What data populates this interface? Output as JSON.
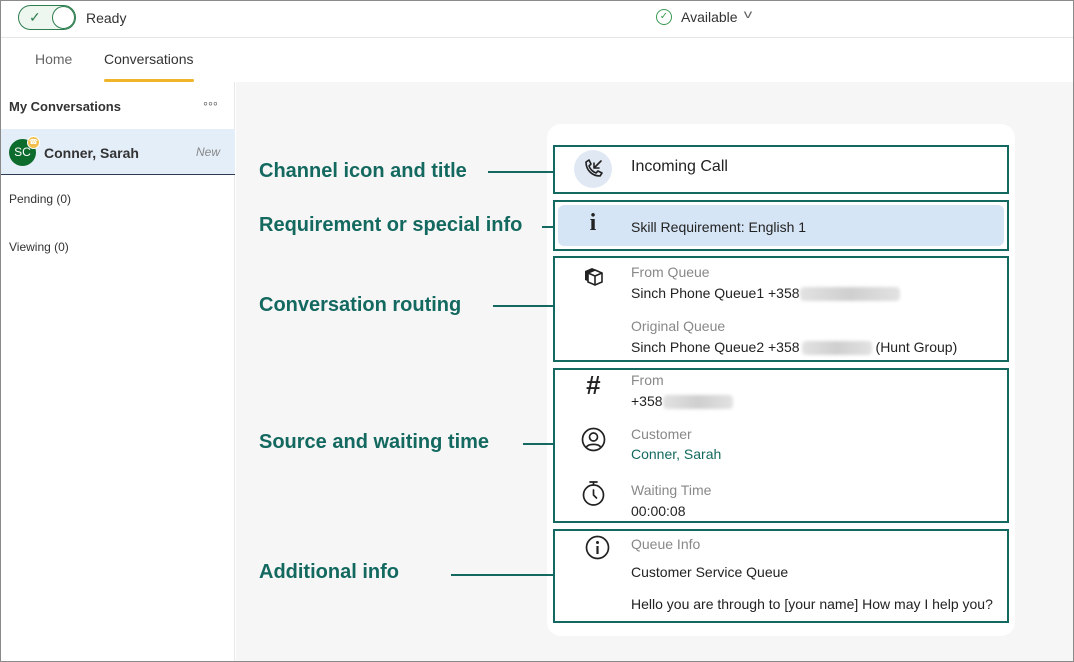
{
  "topbar": {
    "status_label": "Ready",
    "availability_label": "Available"
  },
  "tabs": [
    {
      "label": "Home"
    },
    {
      "label": "Conversations"
    }
  ],
  "sidebar": {
    "title": "My Conversations",
    "more_glyph": "◦◦◦",
    "active_conversation": {
      "avatar_initials": "SC",
      "name": "Conner, Sarah",
      "status": "New"
    },
    "pending_label": "Pending (0)",
    "viewing_label": "Viewing (0)"
  },
  "callouts": {
    "channel": "Channel icon and title",
    "requirement": "Requirement or special info",
    "routing": "Conversation routing",
    "source": "Source and waiting time",
    "additional": "Additional info"
  },
  "card": {
    "title": "Incoming Call",
    "requirement": "Skill Requirement: English 1",
    "from_queue_label": "From Queue",
    "from_queue_value": "Sinch Phone Queue1 +358",
    "original_queue_label": "Original Queue",
    "original_queue_value": "Sinch Phone Queue2 +358",
    "original_queue_suffix": "(Hunt Group)",
    "from_label": "From",
    "from_value": "+358",
    "customer_label": "Customer",
    "customer_value": "Conner, Sarah",
    "waiting_label": "Waiting Time",
    "waiting_value": "00:00:08",
    "queue_info_label": "Queue Info",
    "queue_info_value": "Customer Service Queue",
    "greeting": "Hello you are through to [your name] How may I help you?"
  },
  "icons": {
    "toggle_check": "check-icon",
    "available": "check-circle-icon",
    "channel": "incoming-call-icon",
    "requirement": "info-letter-icon",
    "routing": "routing-boxes-icon",
    "source": "hash-icon",
    "customer": "user-circle-icon",
    "waiting": "stopwatch-icon",
    "queue_info": "info-circle-icon"
  },
  "colors": {
    "accent_teal": "#13695f",
    "tab_underline": "#f0b429",
    "avatar_green": "#0d6b2b",
    "requirement_bg": "#d6e5f5"
  }
}
